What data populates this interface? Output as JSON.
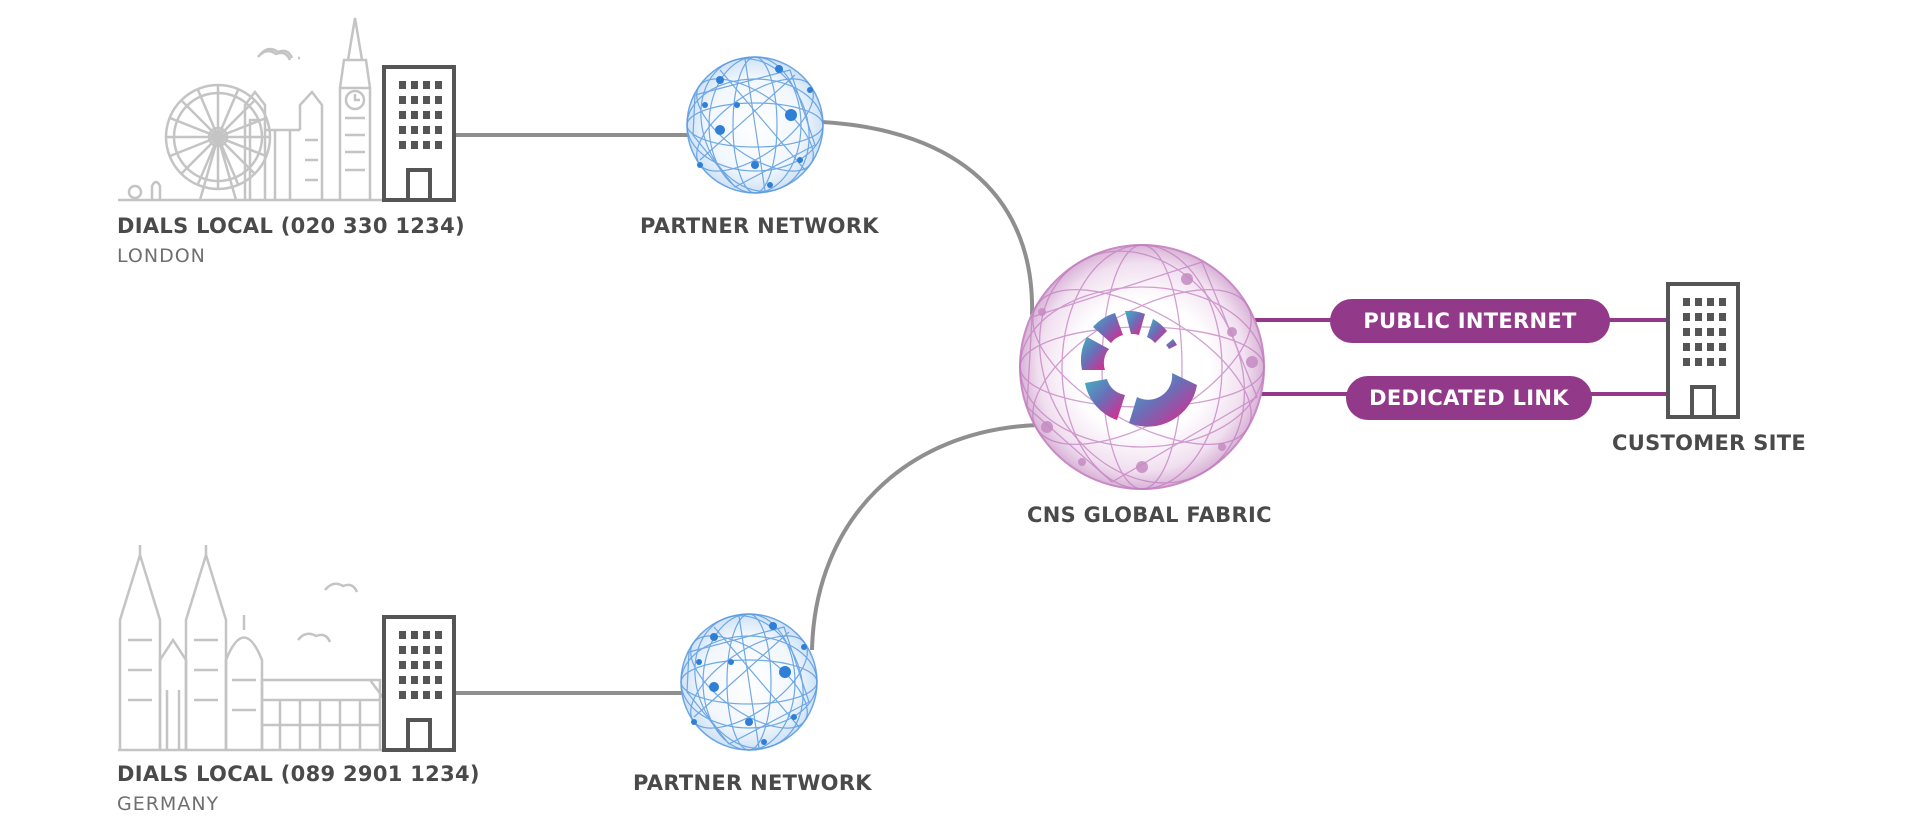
{
  "sites": {
    "london": {
      "dials": "DIALS LOCAL (020 330 1234)",
      "city": "LONDON"
    },
    "germany": {
      "dials": "DIALS LOCAL (089 2901 1234)",
      "city": "GERMANY"
    }
  },
  "partner_networks": [
    {
      "label": "PARTNER NETWORK"
    },
    {
      "label": "PARTNER NETWORK"
    }
  ],
  "fabric": {
    "label": "CNS GLOBAL FABRIC"
  },
  "links": {
    "public_internet": "PUBLIC INTERNET",
    "dedicated_link": "DEDICATED LINK"
  },
  "customer": {
    "label": "CUSTOMER SITE"
  },
  "colors": {
    "line_gray": "#8f8f8f",
    "skyline_gray": "#c4c4c4",
    "building_dark": "#555555",
    "partner_blue": "#4a90d9",
    "fabric_purple": "#b266b0",
    "link_purple": "#93398a",
    "logo_teal": "#4aa3bf",
    "logo_magenta": "#e4268a"
  },
  "icons": [
    "london-skyline-icon",
    "cologne-cathedral-icon",
    "office-building-icon",
    "network-globe-icon",
    "cns-logo-icon",
    "cloud-icon"
  ]
}
